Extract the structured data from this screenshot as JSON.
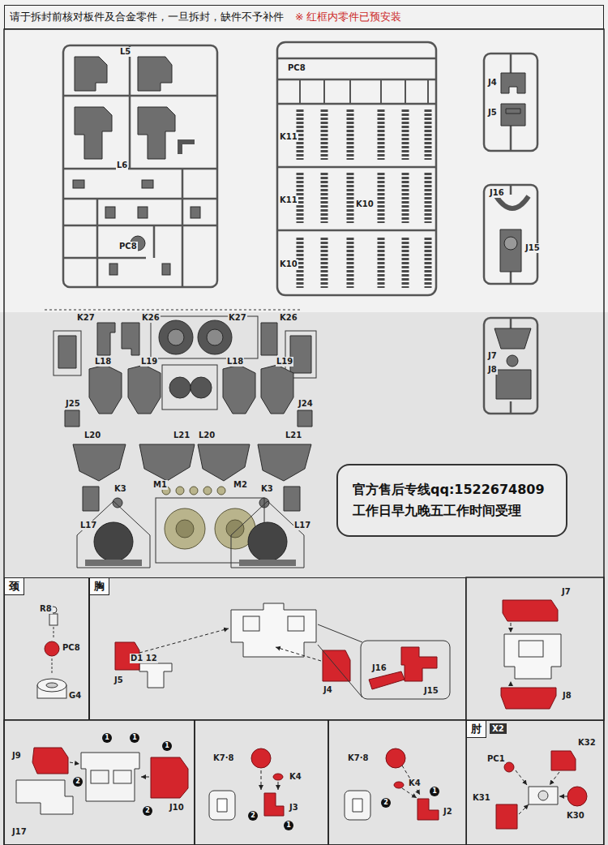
{
  "diagram": {
    "nodes": [
      {
        "text": [
          "请于拆封前核对板件及合金零件，一旦拆封，缺件不予补件",
          "※ 红框内零件已预安装"
        ]
      },
      {
        "text": [
          "官方售后专线qq:1522674809",
          "工作日早九晚五工作时间受理"
        ]
      },
      {
        "text": [
          "颈"
        ]
      },
      {
        "text": [
          "胸"
        ]
      },
      {
        "text": [
          "肘",
          "X2"
        ]
      }
    ],
    "labels": [
      "L5",
      "L6",
      "PC8",
      "PC8",
      "K11",
      "K11",
      "K10",
      "K10",
      "J4",
      "J5",
      "J16",
      "J15",
      "J7",
      "J8",
      "K27",
      "K26",
      "K27",
      "K26",
      "L18",
      "L19",
      "L18",
      "L19",
      "J25",
      "J24",
      "L20",
      "L21",
      "L20",
      "L21",
      "K3",
      "M1",
      "M2",
      "K3",
      "L17",
      "L17",
      "R8",
      "PC8",
      "G4",
      "J5",
      "D1 12",
      "J4",
      "J16",
      "J15",
      "J7",
      "J8",
      "J9",
      "1",
      "2",
      "1",
      "1",
      "2",
      "J10",
      "J17",
      "K7·8",
      "K4",
      "2",
      "1",
      "J3",
      "K7·8",
      "K4",
      "2",
      "1",
      "J2",
      "K32",
      "PC1",
      "K31",
      "K30"
    ]
  }
}
